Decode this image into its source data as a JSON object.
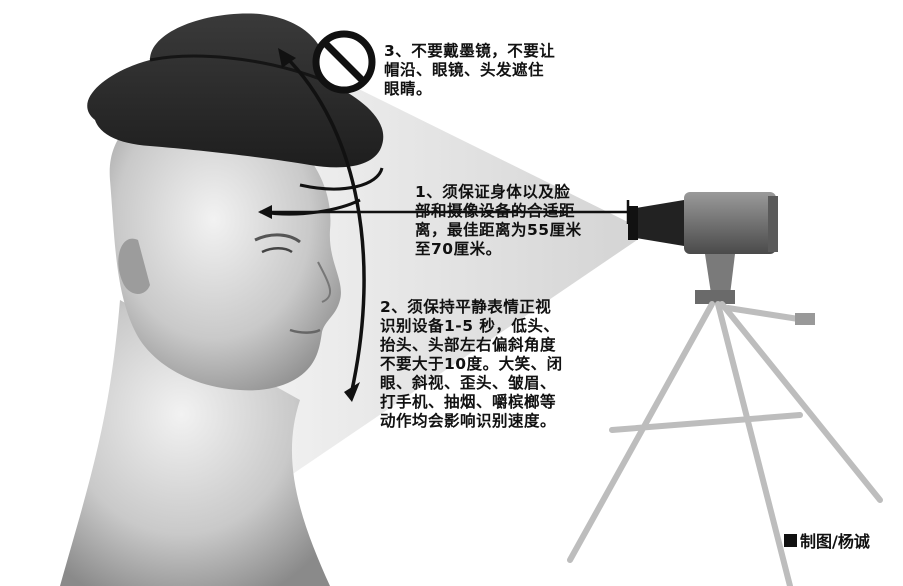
{
  "notes": {
    "note_3": "3、不要戴墨镜，不要让\n帽沿、眼镜、头发遮住\n眼睛。",
    "note_1": "1、须保证身体以及脸\n部和摄像设备的合适距\n离，最佳距离为55厘米\n至70厘米。",
    "note_2": "2、须保持平静表情正视\n识别设备1-5 秒，低头、\n抬头、头部左右偏斜角度\n不要大于10度。大笑、闭\n眼、斜视、歪头、皱眉、\n打手机、抽烟、嚼槟榔等\n动作均会影响识别速度。"
  },
  "credit": "制图/杨诚",
  "icons": {
    "prohibited": "no-sign-icon"
  }
}
